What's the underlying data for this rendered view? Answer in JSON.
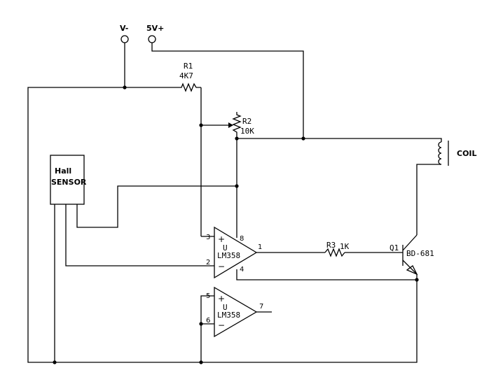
{
  "terminals": {
    "vminus": "V-",
    "vplus": "5V+"
  },
  "r1": {
    "ref": "R1",
    "value": "4K7"
  },
  "r2": {
    "ref": "R2",
    "value": "10K"
  },
  "r3": {
    "ref": "R3",
    "value": "1K"
  },
  "coil": {
    "label": "COIL"
  },
  "hall": {
    "line1": "Hall",
    "line2": "SENSOR"
  },
  "opamp1": {
    "ref": "U",
    "part": "LM358",
    "plus": "+",
    "minus": "−",
    "pin_in_plus": "3",
    "pin_in_minus": "2",
    "pin_out": "1",
    "pin_vcc": "8",
    "pin_gnd": "4"
  },
  "opamp2": {
    "ref": "U",
    "part": "LM358",
    "plus": "+",
    "minus": "−",
    "pin_in_plus": "5",
    "pin_in_minus": "6",
    "pin_out": "7"
  },
  "q1": {
    "ref": "Q1",
    "part": "BD-681"
  }
}
